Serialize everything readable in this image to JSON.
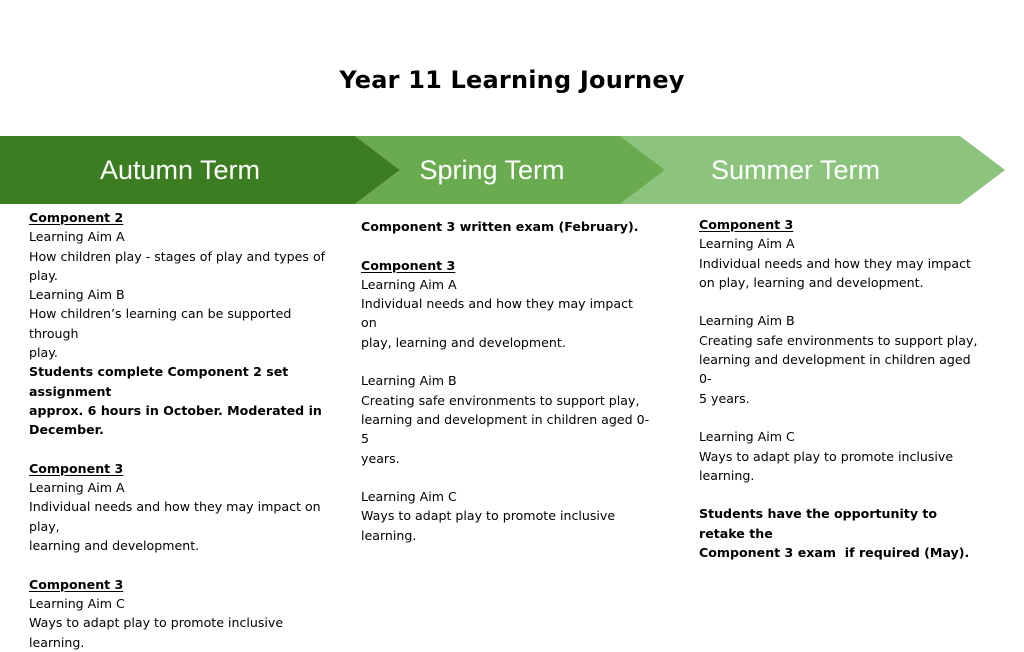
{
  "slide": {
    "title": "Year 11 Learning Journey",
    "background": "#ffffff"
  },
  "banner": {
    "terms": [
      {
        "label": "Autumn Term",
        "color": "#3d7d22",
        "text_color": "#ffffff"
      },
      {
        "label": "Spring Term",
        "color": "#6aab50",
        "text_color": "#ffffff"
      },
      {
        "label": "Summer Term",
        "color": "#8cc47d",
        "text_color": "#ffffff"
      }
    ]
  },
  "columns": {
    "autumn": {
      "lines": [
        {
          "text": "Component 2",
          "style": "head"
        },
        {
          "text": "Learning Aim A",
          "style": "normal"
        },
        {
          "text": "How children play - stages of play and types of",
          "style": "normal"
        },
        {
          "text": "play.",
          "style": "normal"
        },
        {
          "text": "Learning Aim B",
          "style": "normal"
        },
        {
          "text": "How children’s learning can be supported through",
          "style": "normal"
        },
        {
          "text": "play.",
          "style": "normal"
        },
        {
          "text": "Students complete Component 2 set assignment",
          "style": "strong"
        },
        {
          "text": "approx. 6 hours in October. Moderated in",
          "style": "strong"
        },
        {
          "text": "December.",
          "style": "strong"
        },
        {
          "text": "",
          "style": "gap"
        },
        {
          "text": "Component 3",
          "style": "head"
        },
        {
          "text": "Learning Aim A",
          "style": "normal"
        },
        {
          "text": "Individual needs and how they may impact on play,",
          "style": "normal"
        },
        {
          "text": "learning and development.",
          "style": "normal"
        },
        {
          "text": "",
          "style": "gap"
        },
        {
          "text": "Component 3",
          "style": "head"
        },
        {
          "text": "Learning Aim C",
          "style": "normal"
        },
        {
          "text": "Ways to adapt play to promote inclusive learning.",
          "style": "normal"
        }
      ]
    },
    "spring": {
      "lines": [
        {
          "text": "Component 3 written exam (February).",
          "style": "strong"
        },
        {
          "text": "",
          "style": "gap"
        },
        {
          "text": "Component 3",
          "style": "head"
        },
        {
          "text": "Learning Aim A",
          "style": "normal"
        },
        {
          "text": "Individual needs and how they may impact on",
          "style": "normal"
        },
        {
          "text": "play, learning and development.",
          "style": "normal"
        },
        {
          "text": "",
          "style": "gap"
        },
        {
          "text": "Learning Aim B",
          "style": "normal"
        },
        {
          "text": "Creating safe environments to support play,",
          "style": "normal"
        },
        {
          "text": "learning and development in children aged 0-5",
          "style": "normal"
        },
        {
          "text": "years.",
          "style": "normal"
        },
        {
          "text": "",
          "style": "gap"
        },
        {
          "text": "Learning Aim C",
          "style": "normal"
        },
        {
          "text": "Ways to adapt play to promote inclusive",
          "style": "normal"
        },
        {
          "text": "learning.",
          "style": "normal"
        }
      ]
    },
    "summer": {
      "lines": [
        {
          "text": "Component 3",
          "style": "head"
        },
        {
          "text": "Learning Aim A",
          "style": "normal"
        },
        {
          "text": "Individual needs and how they may impact",
          "style": "normal"
        },
        {
          "text": "on play, learning and development.",
          "style": "normal"
        },
        {
          "text": "",
          "style": "gap"
        },
        {
          "text": "Learning Aim B",
          "style": "normal"
        },
        {
          "text": "Creating safe environments to support play,",
          "style": "normal"
        },
        {
          "text": "learning and development in children aged 0-",
          "style": "normal"
        },
        {
          "text": "5 years.",
          "style": "normal"
        },
        {
          "text": "",
          "style": "gap"
        },
        {
          "text": "Learning Aim C",
          "style": "normal"
        },
        {
          "text": "Ways to adapt play to promote inclusive",
          "style": "normal"
        },
        {
          "text": "learning.",
          "style": "normal"
        },
        {
          "text": "",
          "style": "gap"
        },
        {
          "text": "Students have the opportunity to retake the",
          "style": "strong"
        },
        {
          "text": "Component 3 exam  if required (May).",
          "style": "strong"
        }
      ]
    }
  }
}
